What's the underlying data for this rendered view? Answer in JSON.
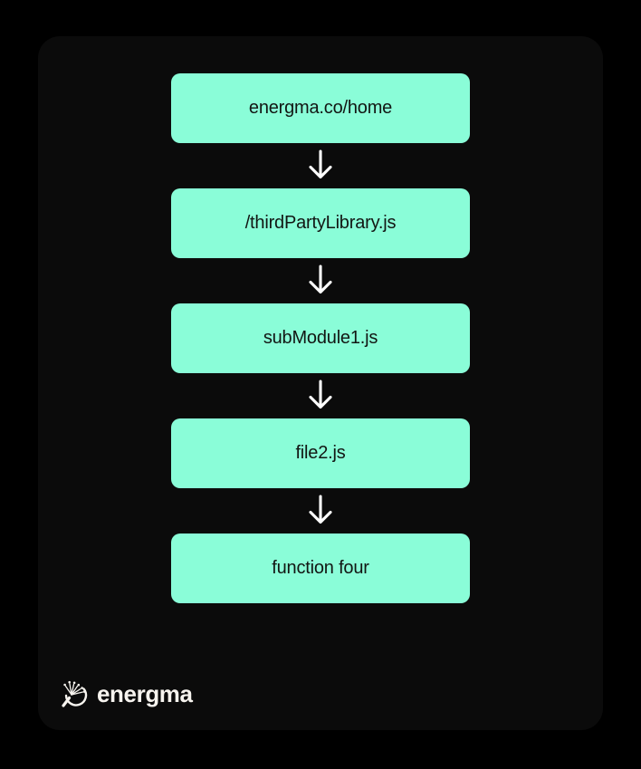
{
  "canvas": {
    "outer_background": "#000000",
    "card_background": "#0B0B0B"
  },
  "flowchart": {
    "type": "vertical-flow",
    "node_color": "#8AFDD8",
    "node_text_color": "#121613",
    "arrow_color": "#FFFFFF",
    "arrow_icon": "down-arrow",
    "nodes": [
      {
        "label": "energma.co/home"
      },
      {
        "label": "/thirdPartyLibrary.js"
      },
      {
        "label": "subModule1.js"
      },
      {
        "label": "file2.js"
      },
      {
        "label": "function four"
      }
    ]
  },
  "logo": {
    "text": "energma",
    "icon": "dandelion-burst-icon",
    "color": "#F7F4EF"
  }
}
